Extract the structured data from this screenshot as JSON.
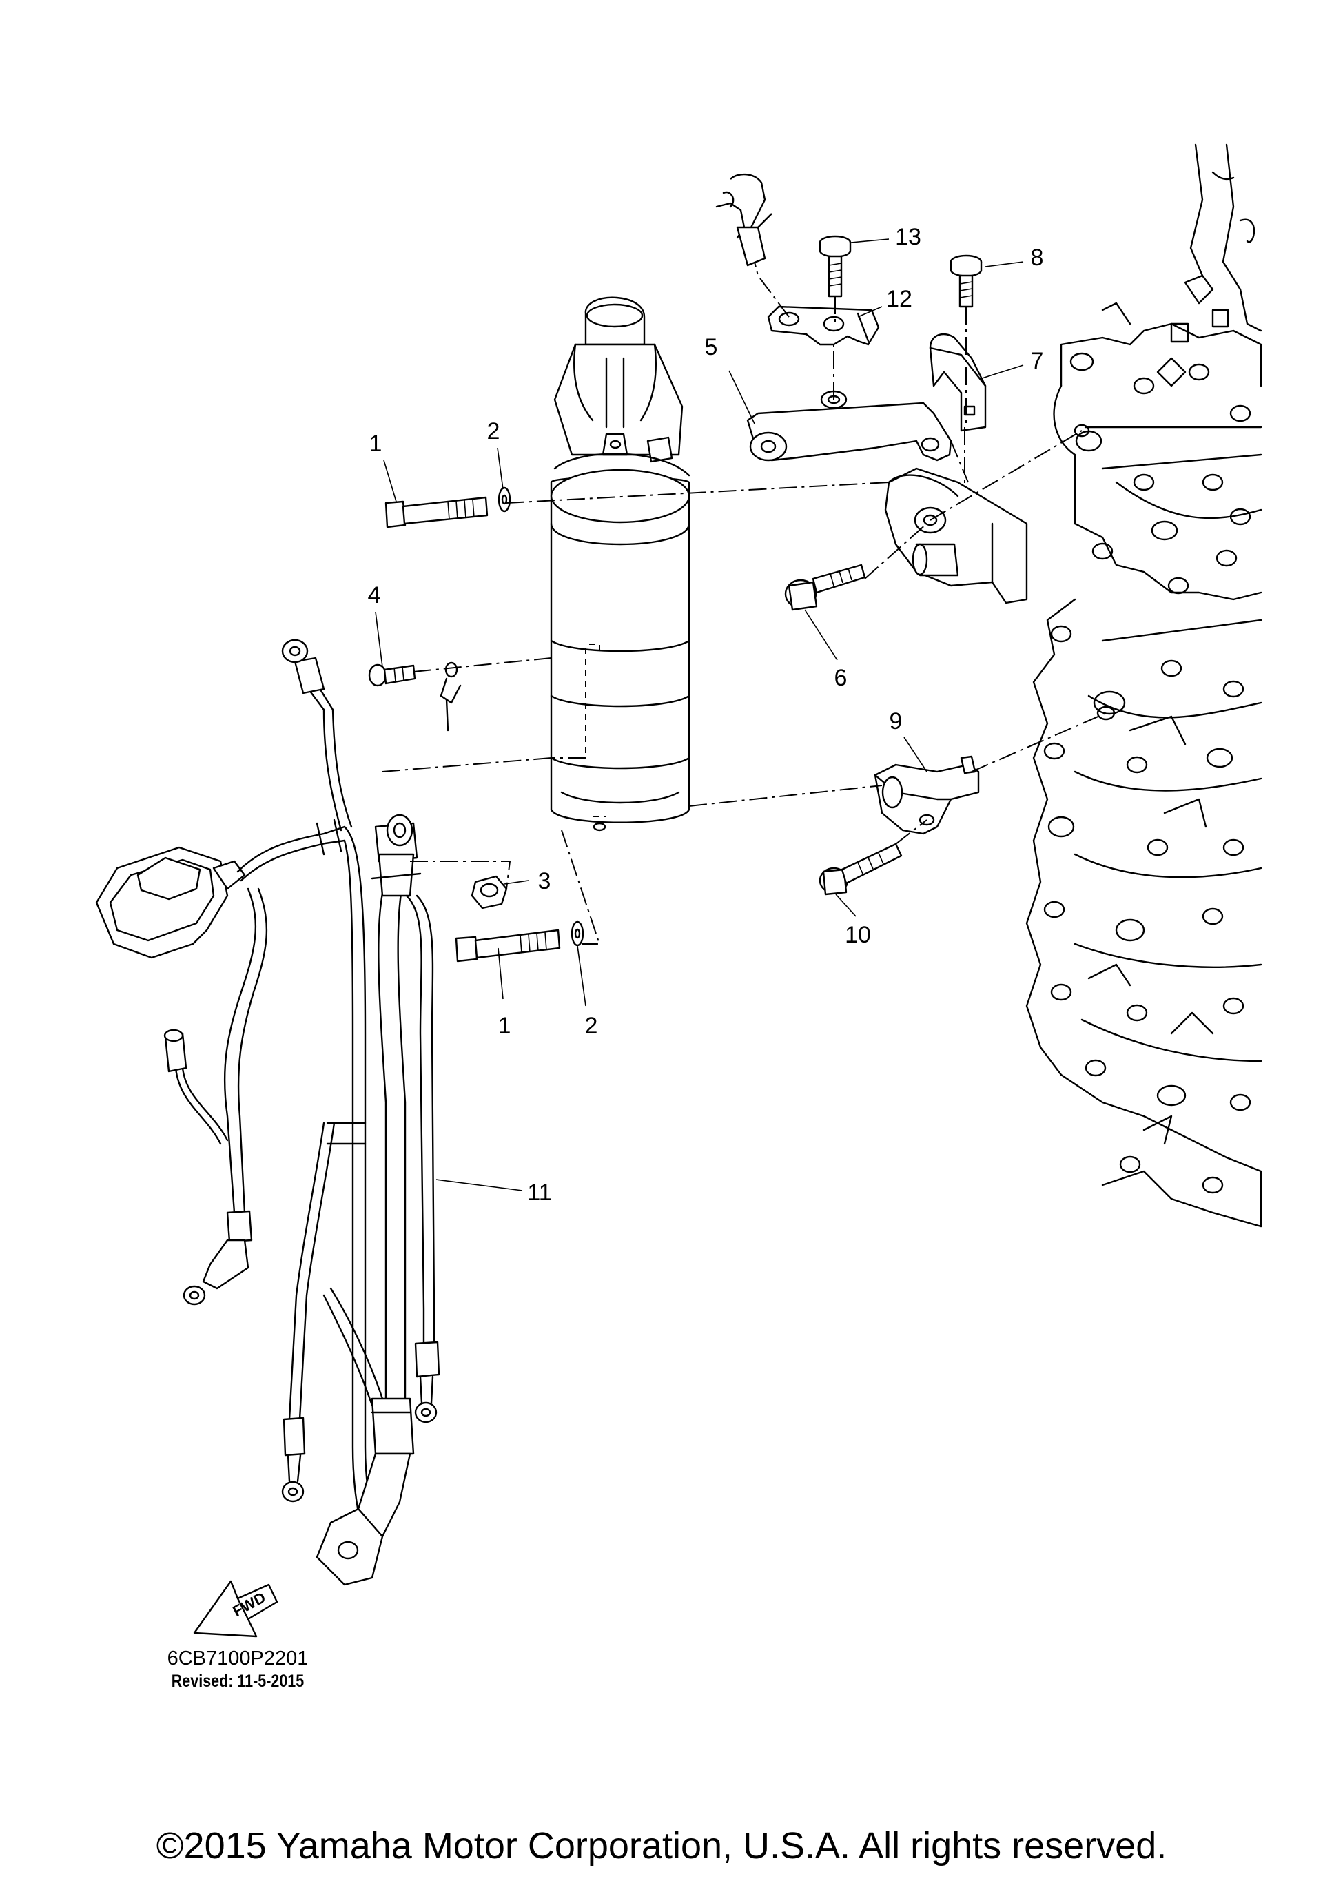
{
  "callouts": {
    "c1a": "1",
    "c1b": "1",
    "c2a": "2",
    "c2b": "2",
    "c3": "3",
    "c4": "4",
    "c5": "5",
    "c6": "6",
    "c7": "7",
    "c8": "8",
    "c9": "9",
    "c10": "10",
    "c11": "11",
    "c12": "12",
    "c13": "13"
  },
  "fwd_label": "FWD",
  "drawing_code": "6CB7100P2201",
  "revised": "Revised: 11-5-2015",
  "copyright": "©2015 Yamaha Motor Corporation, U.S.A. All rights reserved."
}
